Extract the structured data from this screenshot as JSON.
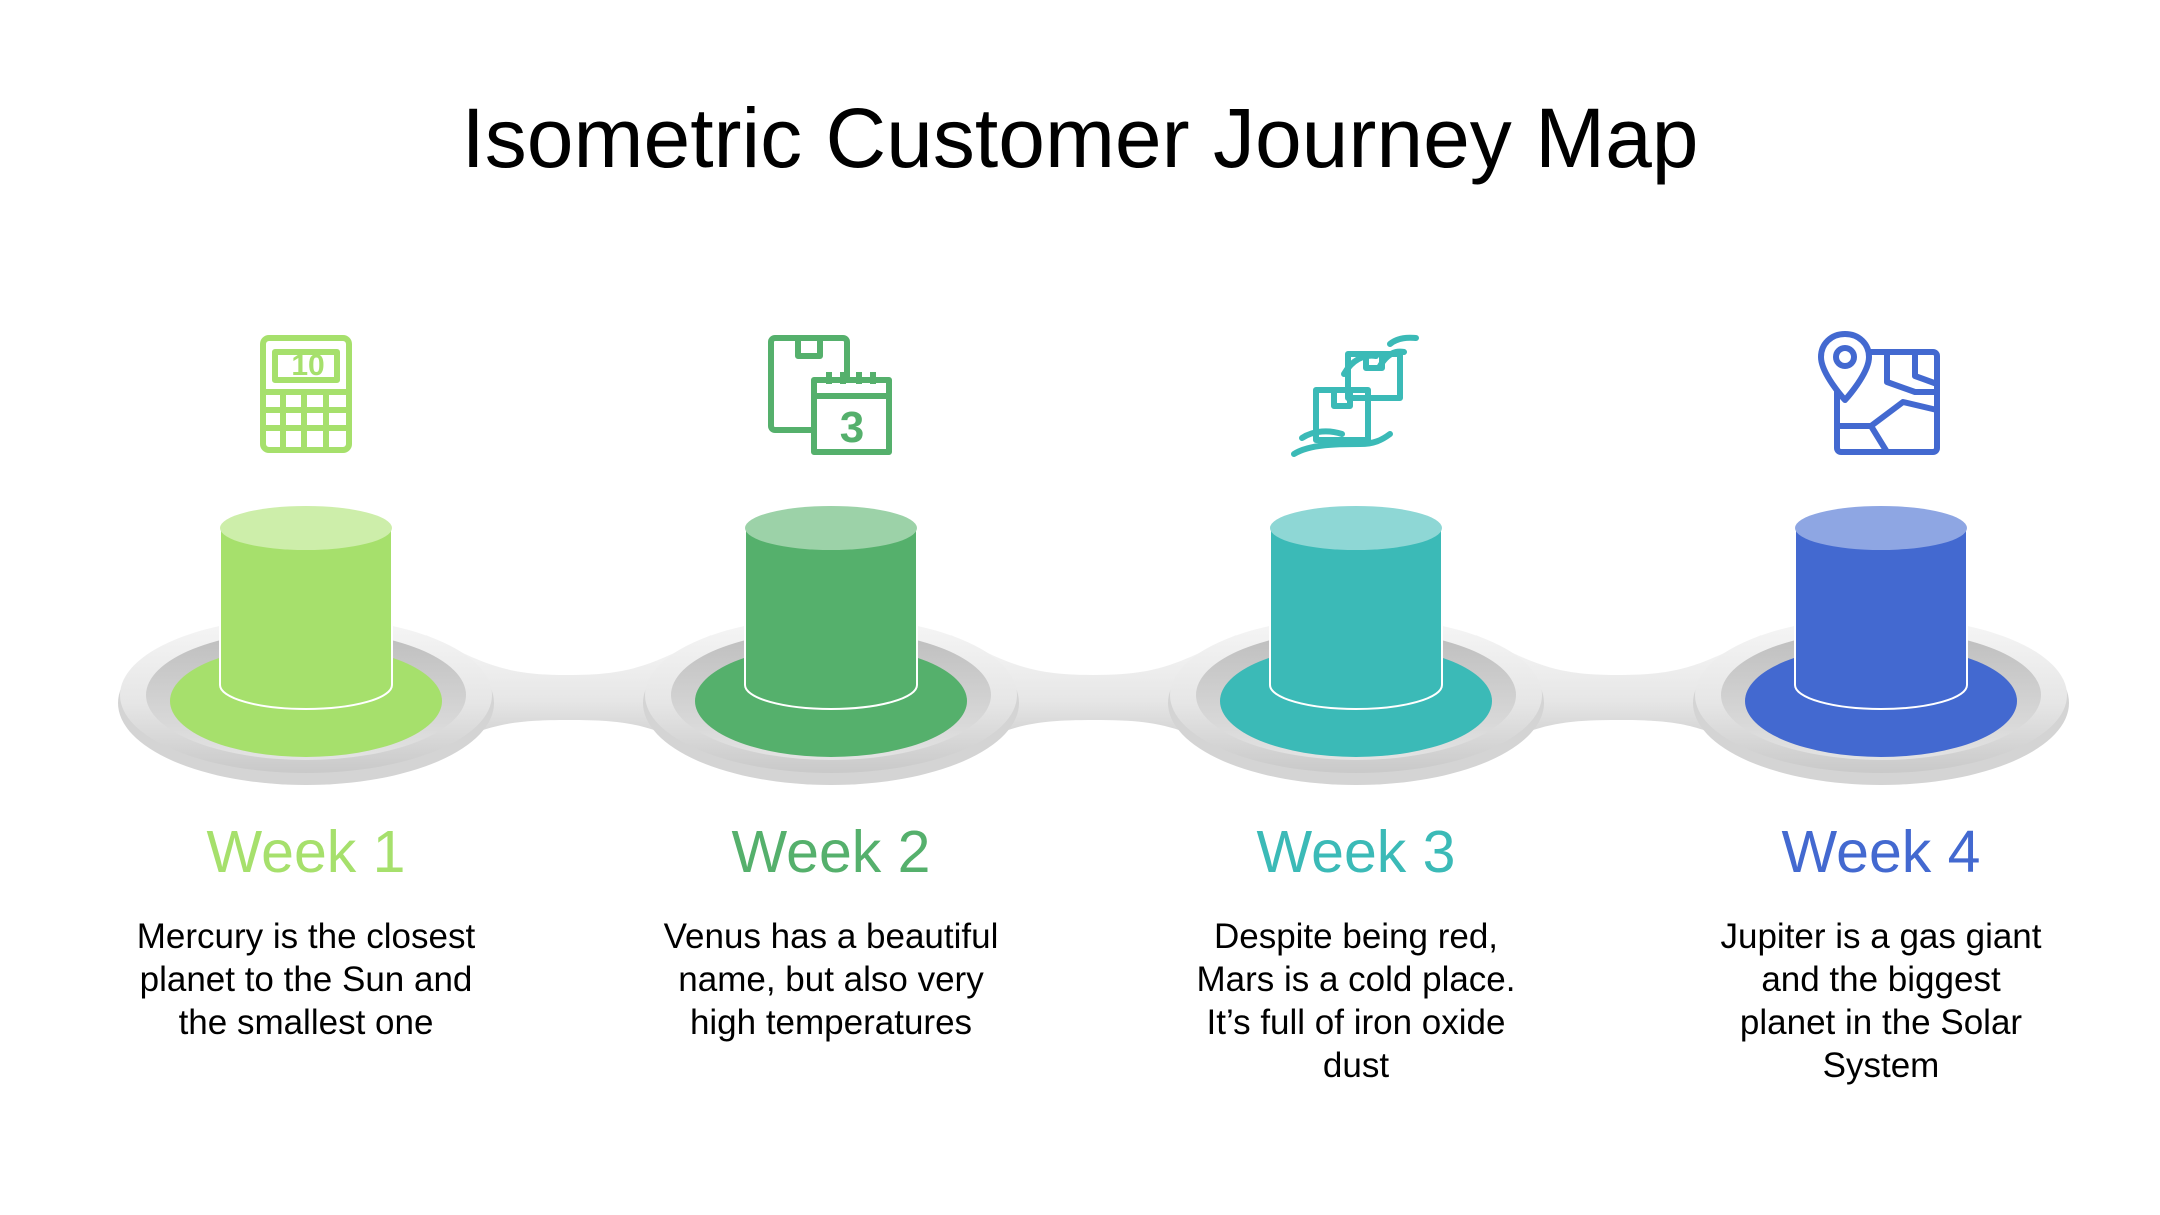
{
  "title": "Isometric Customer Journey Map",
  "colors": {
    "week1": "#a6e06c",
    "week2": "#55b06c",
    "week3": "#3bbab7",
    "week4": "#4369d0",
    "track": "#e6e6e6"
  },
  "steps": [
    {
      "heading": "Week 1",
      "description": "Mercury is the closest planet to the Sun and the smallest one",
      "icon": "calendar-icon",
      "color": "#a6e06c",
      "top_color": "#cdeeaa",
      "icon_label": "10"
    },
    {
      "heading": "Week 2",
      "description": "Venus has a beautiful name, but also very high temperatures",
      "icon": "package-calendar-icon",
      "color": "#55b06c",
      "top_color": "#9cd2a8",
      "icon_label": "3"
    },
    {
      "heading": "Week 3",
      "description": "Despite being red, Mars is a cold place. It’s full of iron oxide dust",
      "icon": "package-delivery-hand-icon",
      "color": "#3bbab7",
      "top_color": "#8ed7d5"
    },
    {
      "heading": "Week 4",
      "description": "Jupiter is a gas giant and the biggest planet in the Solar System",
      "icon": "map-pin-icon",
      "color": "#4369d0",
      "top_color": "#8ea6e3"
    }
  ]
}
